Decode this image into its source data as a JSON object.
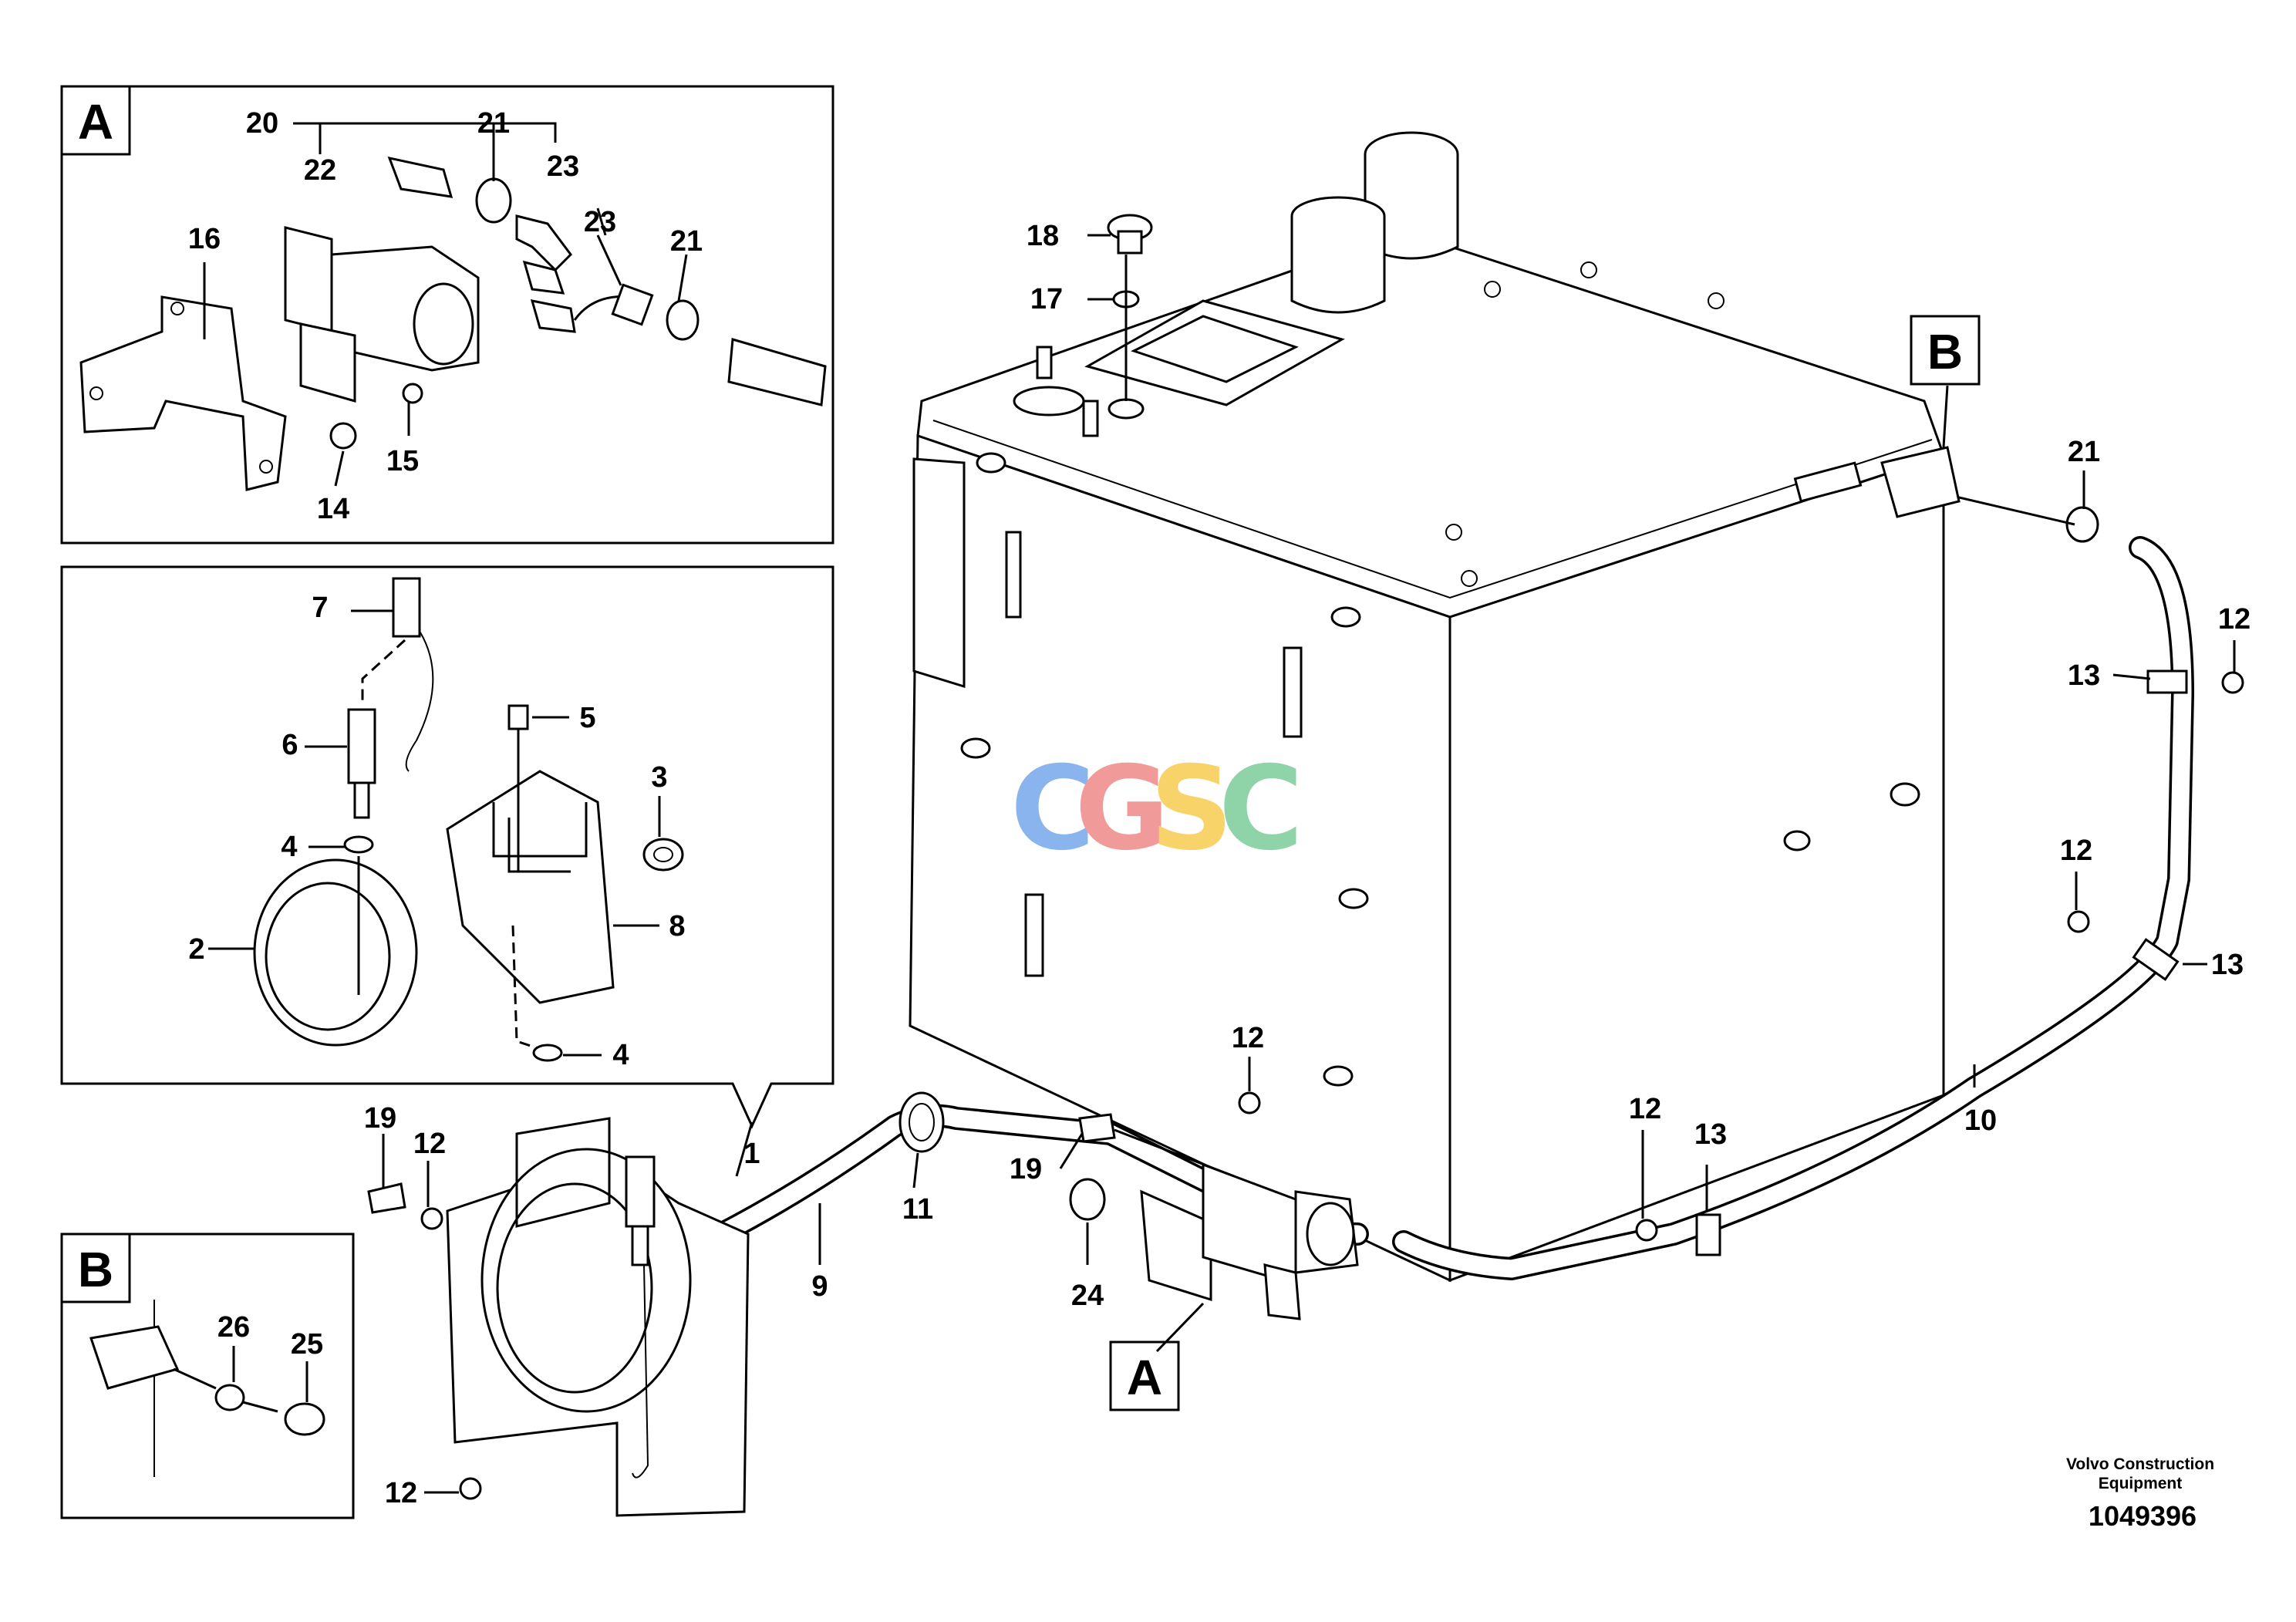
{
  "detail_a": {
    "letter": "A",
    "labels": [
      "20",
      "21",
      "22",
      "23",
      "23",
      "21",
      "16",
      "15",
      "14"
    ]
  },
  "detail_main": {
    "labels": [
      "7",
      "5",
      "6",
      "3",
      "4",
      "8",
      "2",
      "4"
    ]
  },
  "detail_b": {
    "letter": "B",
    "labels": [
      "26",
      "25"
    ]
  },
  "main": {
    "labels": [
      "18",
      "17",
      "21",
      "12",
      "13",
      "12",
      "13",
      "10",
      "12",
      "13",
      "12",
      "19",
      "11",
      "24",
      "1",
      "9",
      "19",
      "12",
      "12"
    ],
    "callout_a": "A",
    "callout_b": "B"
  },
  "watermark": {
    "letters": [
      "C",
      "G",
      "S",
      "C"
    ],
    "colors": [
      "#8ab4ee",
      "#f19a9a",
      "#f7d36a",
      "#8fd3a8"
    ]
  },
  "footer": {
    "company_line1": "Volvo Construction",
    "company_line2": "Equipment",
    "drawing_number": "1049396"
  }
}
